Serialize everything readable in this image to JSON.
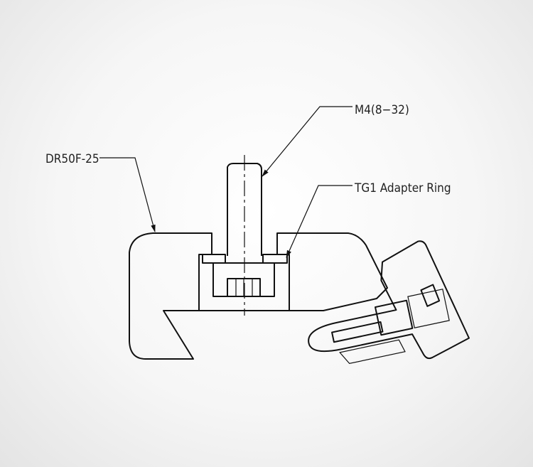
{
  "labels": {
    "body": "DR50F-25",
    "screw": "M4(8−32)",
    "ring": "TG1 Adapter Ring"
  },
  "colors": {
    "line": "#111111",
    "background": "#f4f4f4"
  }
}
